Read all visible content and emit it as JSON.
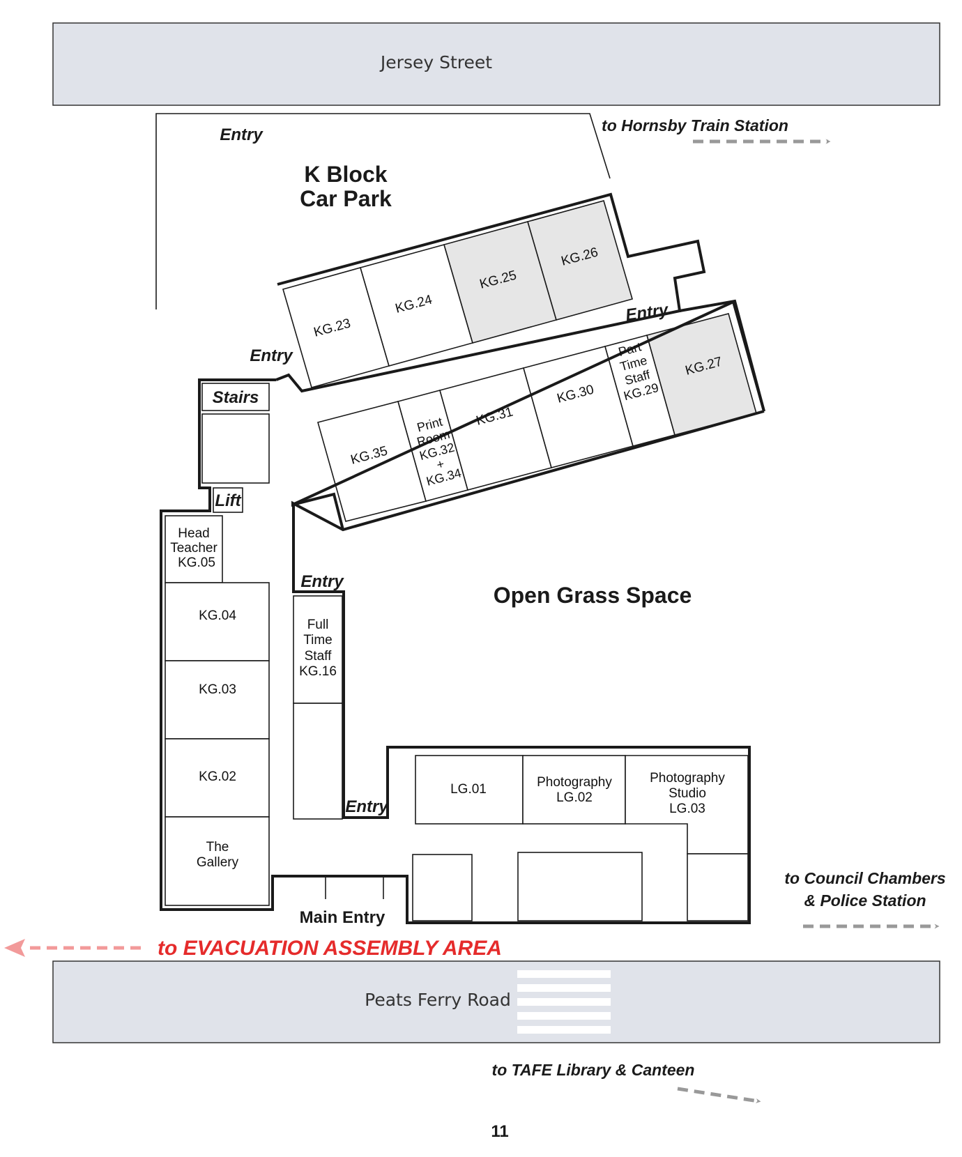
{
  "streets": {
    "top": "Jersey Street",
    "bottom": "Peats Ferry Road"
  },
  "areas": {
    "car_park_line1": "K Block",
    "car_park_line2": "Car Park",
    "open_grass": "Open Grass Space"
  },
  "entries": {
    "car_park": "Entry",
    "north_east": "Entry",
    "west_block": "Entry",
    "full_time_staff": "Entry",
    "lower_block": "Entry",
    "main": "Main Entry"
  },
  "labels": {
    "stairs": "Stairs",
    "lift": "Lift"
  },
  "destinations": {
    "train_station": "to Hornsby Train Station",
    "council_line1": "to Council Chambers",
    "council_line2": "& Police Station",
    "tafe": "to TAFE Library & Canteen",
    "evacuation": "to EVACUATION ASSEMBLY AREA"
  },
  "rooms": {
    "kg23": "KG.23",
    "kg24": "KG.24",
    "kg25": "KG.25",
    "kg26": "KG.26",
    "kg27": "KG.27",
    "kg29": [
      "Part",
      "Time",
      "Staff",
      "KG.29"
    ],
    "kg30": "KG.30",
    "kg31": "KG.31",
    "kg32": [
      "Print",
      "Room",
      "KG.32",
      "+",
      "KG.34"
    ],
    "kg35": "KG.35",
    "kg05": [
      "Head",
      "Teacher",
      "KG.05"
    ],
    "kg04": "KG.04",
    "kg03": "KG.03",
    "kg02": "KG.02",
    "gallery": [
      "The",
      "Gallery"
    ],
    "kg16": [
      "Full",
      "Time",
      "Staff",
      "KG.16"
    ],
    "lg01": "LG.01",
    "lg02": [
      "Photography",
      "LG.02"
    ],
    "lg03": [
      "Photography",
      "Studio",
      "LG.03"
    ]
  },
  "page_number": "11",
  "colors": {
    "road": "#e0e3ea",
    "highlight_room": "#e6e6e6",
    "evacuation": "#e52b2b",
    "evacuation_arrow": "#f29a9a",
    "direction_arrow": "#999999"
  }
}
